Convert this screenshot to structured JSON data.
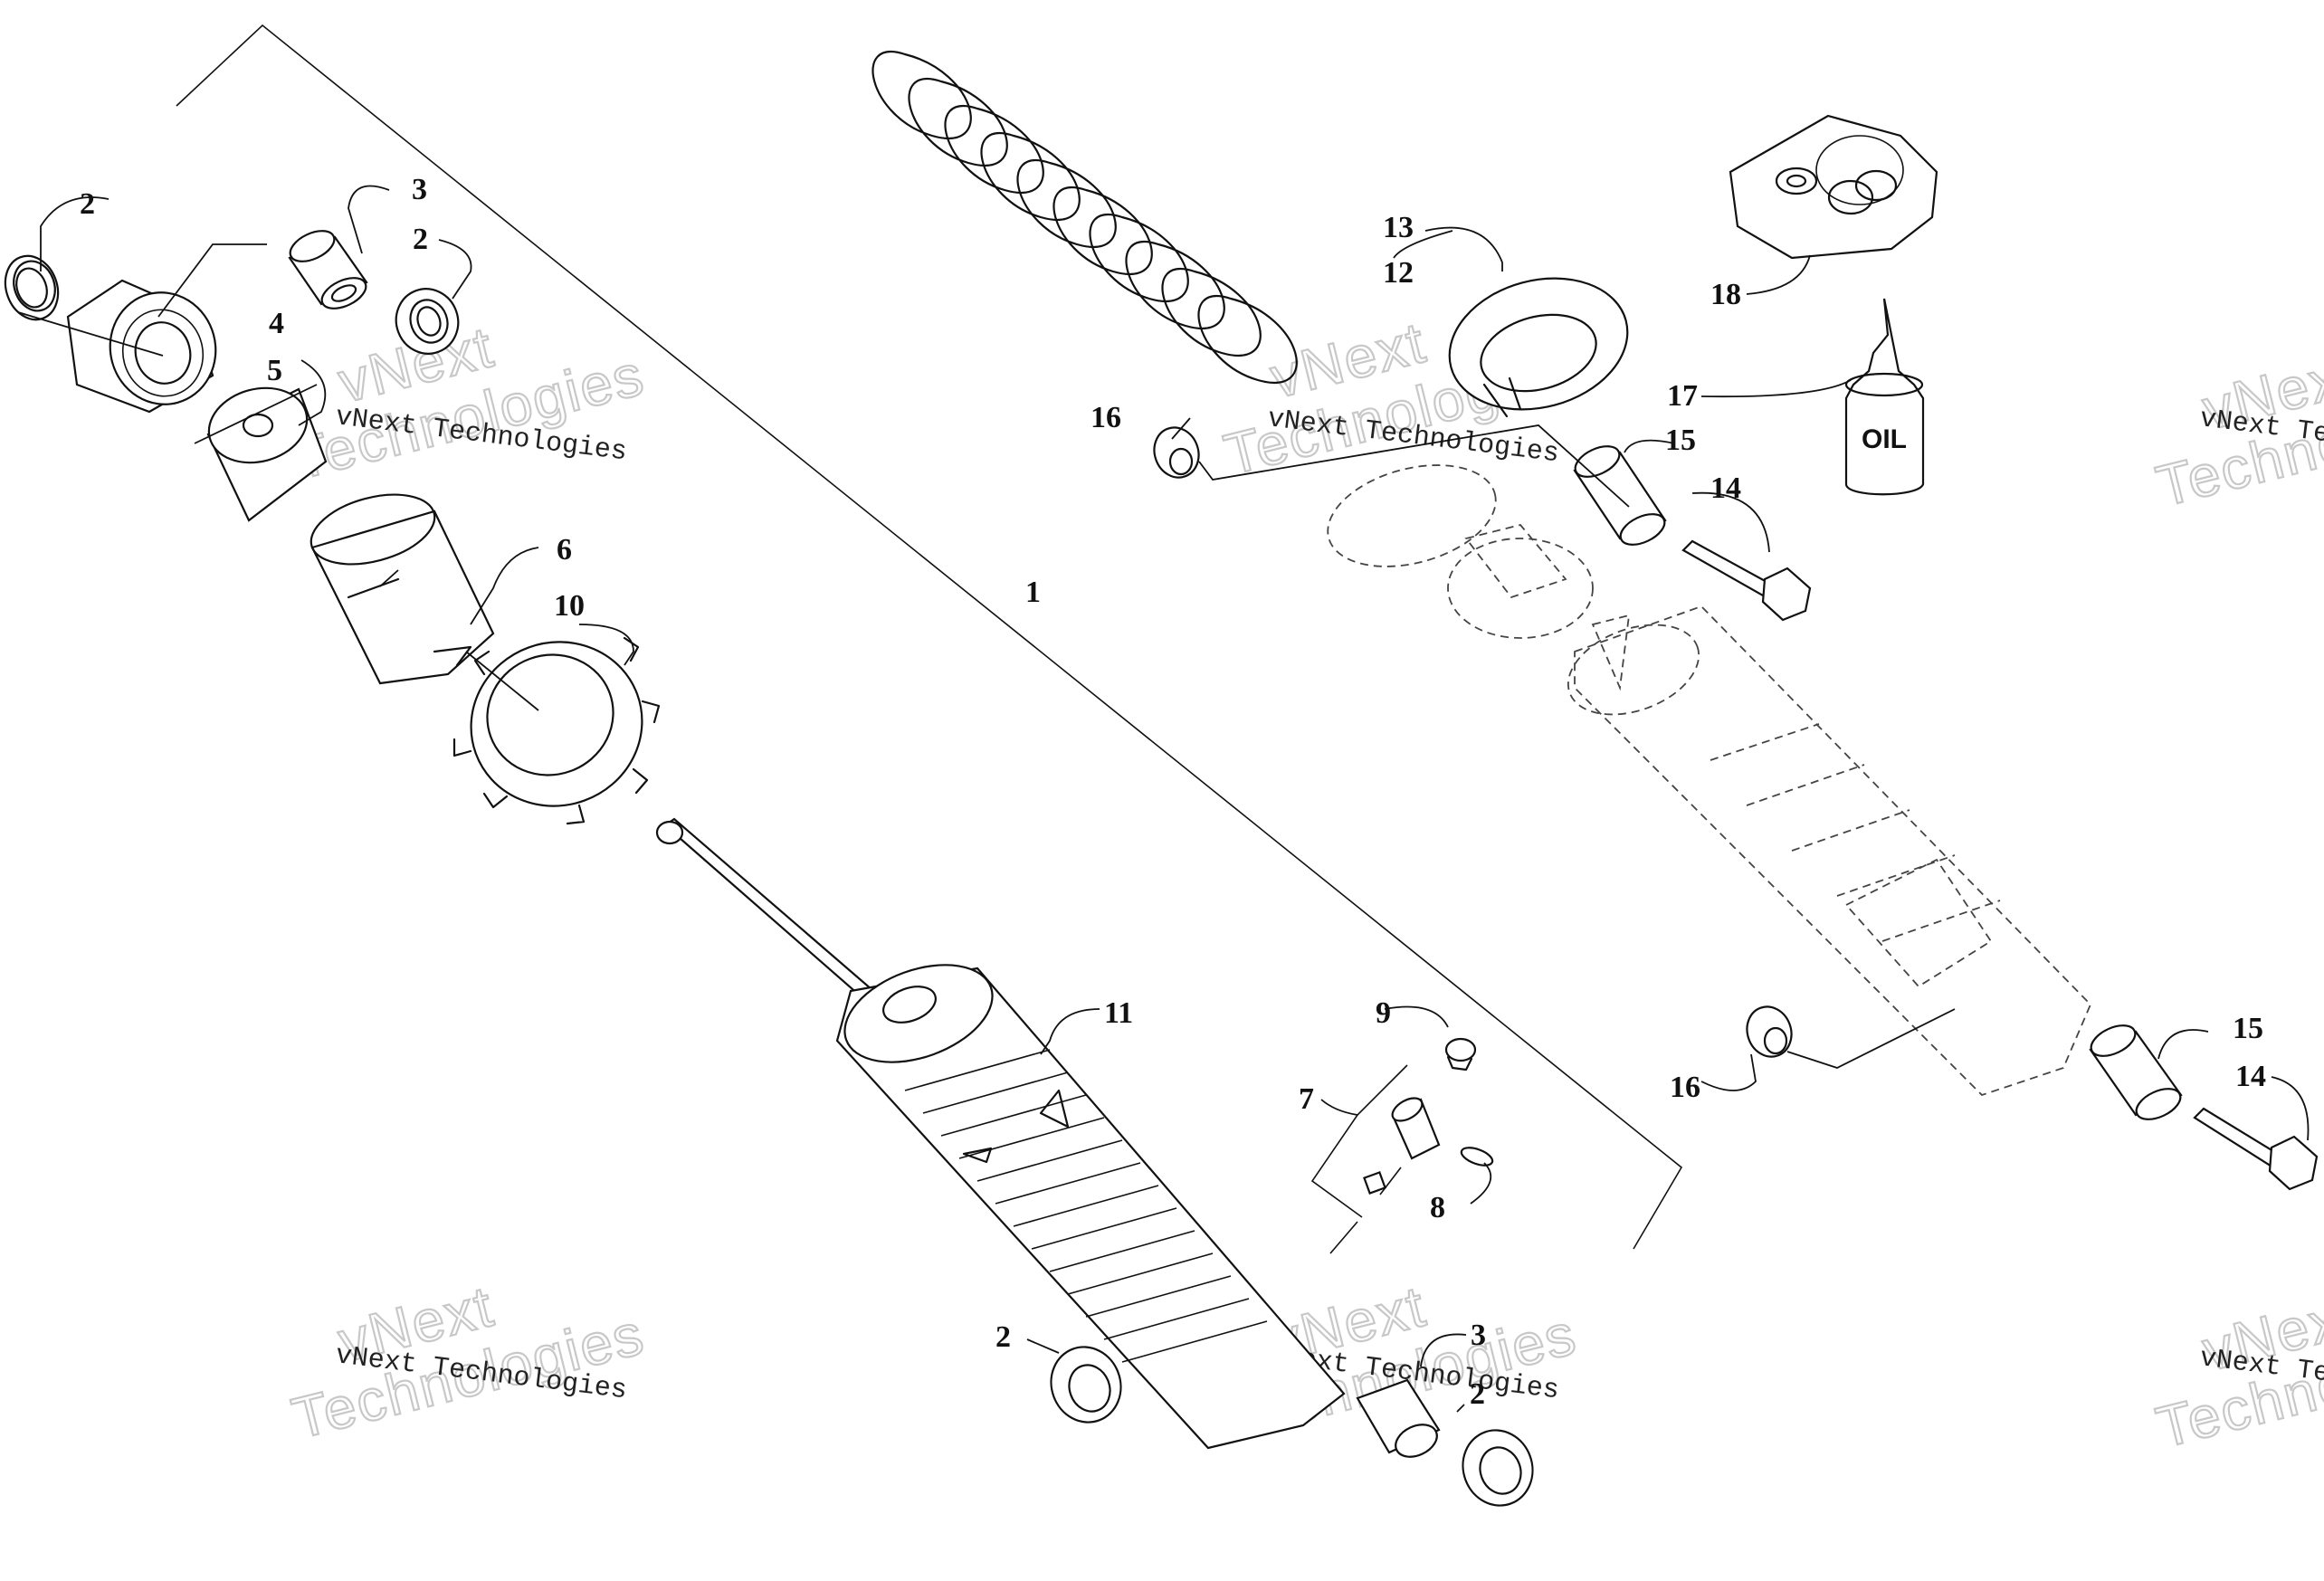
{
  "callouts": [
    {
      "id": "c1",
      "text": "1"
    },
    {
      "id": "c2a",
      "text": "2"
    },
    {
      "id": "c2b",
      "text": "2"
    },
    {
      "id": "c2c",
      "text": "2"
    },
    {
      "id": "c2d",
      "text": "2"
    },
    {
      "id": "c3a",
      "text": "3"
    },
    {
      "id": "c3b",
      "text": "3"
    },
    {
      "id": "c4",
      "text": "4"
    },
    {
      "id": "c5",
      "text": "5"
    },
    {
      "id": "c6",
      "text": "6"
    },
    {
      "id": "c7",
      "text": "7"
    },
    {
      "id": "c8",
      "text": "8"
    },
    {
      "id": "c9",
      "text": "9"
    },
    {
      "id": "c10",
      "text": "10"
    },
    {
      "id": "c11",
      "text": "11"
    },
    {
      "id": "c12",
      "text": "12"
    },
    {
      "id": "c13",
      "text": "13"
    },
    {
      "id": "c14a",
      "text": "14"
    },
    {
      "id": "c14b",
      "text": "14"
    },
    {
      "id": "c15a",
      "text": "15"
    },
    {
      "id": "c15b",
      "text": "15"
    },
    {
      "id": "c16a",
      "text": "16"
    },
    {
      "id": "c16b",
      "text": "16"
    },
    {
      "id": "c17",
      "text": "17"
    },
    {
      "id": "c18",
      "text": "18"
    }
  ],
  "oil_label": "OIL",
  "watermark": {
    "line1": "vNext",
    "line2": "Technologies",
    "caption": "vNext Technologies"
  }
}
